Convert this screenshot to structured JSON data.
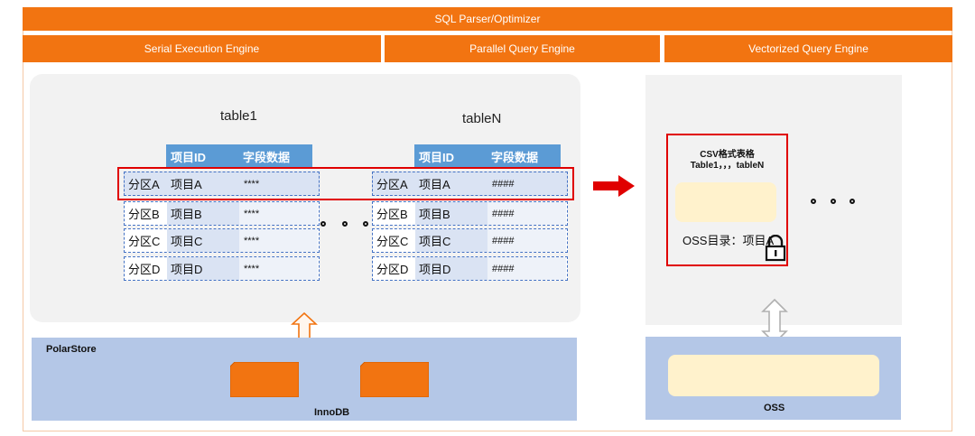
{
  "header": {
    "parser": "SQL Parser/Optimizer",
    "engines": [
      "Serial Execution Engine",
      "Parallel Query Engine",
      "Vectorized Query Engine"
    ]
  },
  "left_panel": {
    "table1": {
      "title": "table1",
      "headers": [
        "项目ID",
        "字段数据"
      ],
      "rows": [
        {
          "partition": "分区A",
          "item": "项目A",
          "data": "****"
        },
        {
          "partition": "分区B",
          "item": "项目B",
          "data": "****"
        },
        {
          "partition": "分区C",
          "item": "项目C",
          "data": "****"
        },
        {
          "partition": "分区D",
          "item": "项目D",
          "data": "****"
        }
      ]
    },
    "tableN": {
      "title": "tableN",
      "headers": [
        "项目ID",
        "字段数据"
      ],
      "rows": [
        {
          "partition": "分区A",
          "item": "项目A",
          "data": "####"
        },
        {
          "partition": "分区B",
          "item": "项目B",
          "data": "####"
        },
        {
          "partition": "分区C",
          "item": "项目C",
          "data": "####"
        },
        {
          "partition": "分区D",
          "item": "项目D",
          "data": "####"
        }
      ]
    }
  },
  "right_panel": {
    "csv_title_line1": "CSV格式表格",
    "csv_title_line2": "Table1，，，tableN",
    "oss_dir": "OSS目录：项目A"
  },
  "storage": {
    "polarstore_label": "PolarStore",
    "innodb_label": "InnoDB",
    "oss_label": "OSS"
  },
  "colors": {
    "orange": "#f27411",
    "highlight_red": "#e00000",
    "table_header_blue": "#5b9bd5",
    "storage_blue": "#b4c7e7"
  },
  "icons": [
    "red-right-arrow-icon",
    "orange-double-arrow-icon",
    "gray-double-arrow-icon",
    "lock-icon",
    "ellipsis-dots-icon"
  ]
}
